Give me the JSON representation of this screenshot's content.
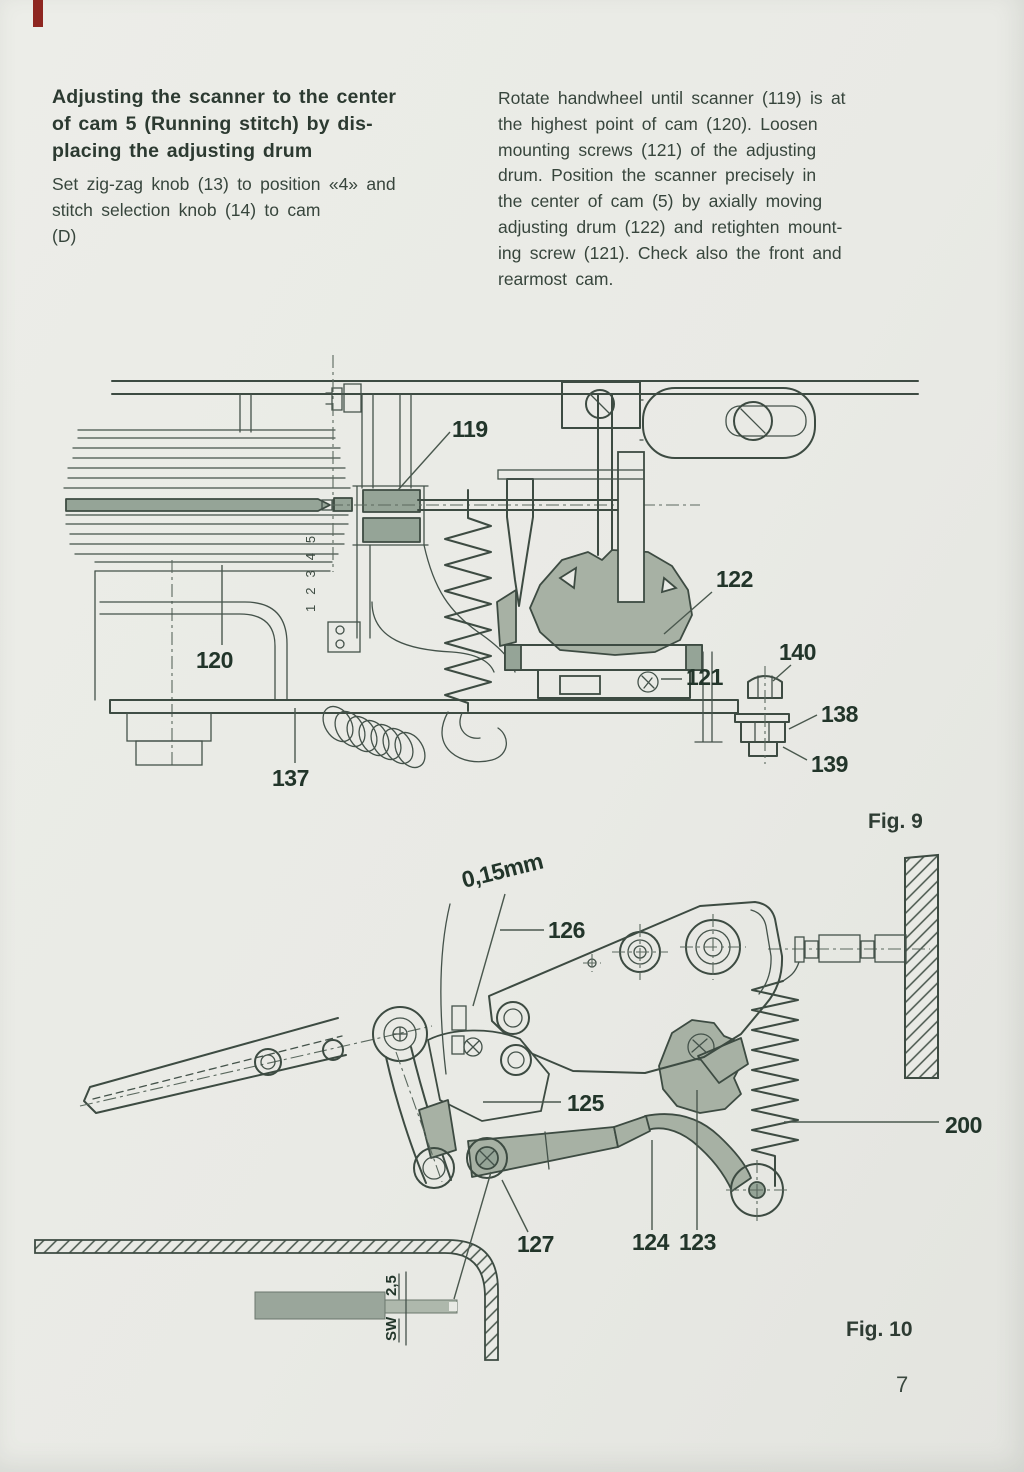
{
  "page": {
    "number": "7"
  },
  "intro": {
    "heading_lines": [
      "Adjusting the scanner to the center",
      "of cam 5 (Running stitch) by dis-",
      "placing the adjusting drum"
    ],
    "left_lines": [
      "Set zig-zag knob (13) to position «4» and",
      "stitch selection knob (14) to cam",
      "(D)"
    ],
    "right_lines": [
      "Rotate handwheel until scanner (119) is at",
      "the highest point of cam (120). Loosen",
      "mounting screws (121) of the adjusting",
      "drum. Position the scanner precisely in",
      "the center of cam (5) by axially moving",
      "adjusting drum (122) and retighten mount-",
      "ing screw (121). Check also the front and",
      "rearmost cam."
    ]
  },
  "fig9": {
    "caption": "Fig. 9",
    "cam_scale": "12345",
    "labels": {
      "scanner": "119",
      "cam": "120",
      "drum": "122",
      "bolt": "140",
      "screw": "121",
      "nut_upper": "138",
      "nut_lower": "139",
      "base": "137"
    }
  },
  "fig10": {
    "caption": "Fig. 10",
    "gap": "0,15mm",
    "labels": {
      "bracket": "126",
      "lever": "125",
      "screw": "127",
      "link": "124",
      "crank": "123",
      "spring": "200"
    },
    "wrench": {
      "size": "2,5",
      "sw": "SW"
    }
  }
}
